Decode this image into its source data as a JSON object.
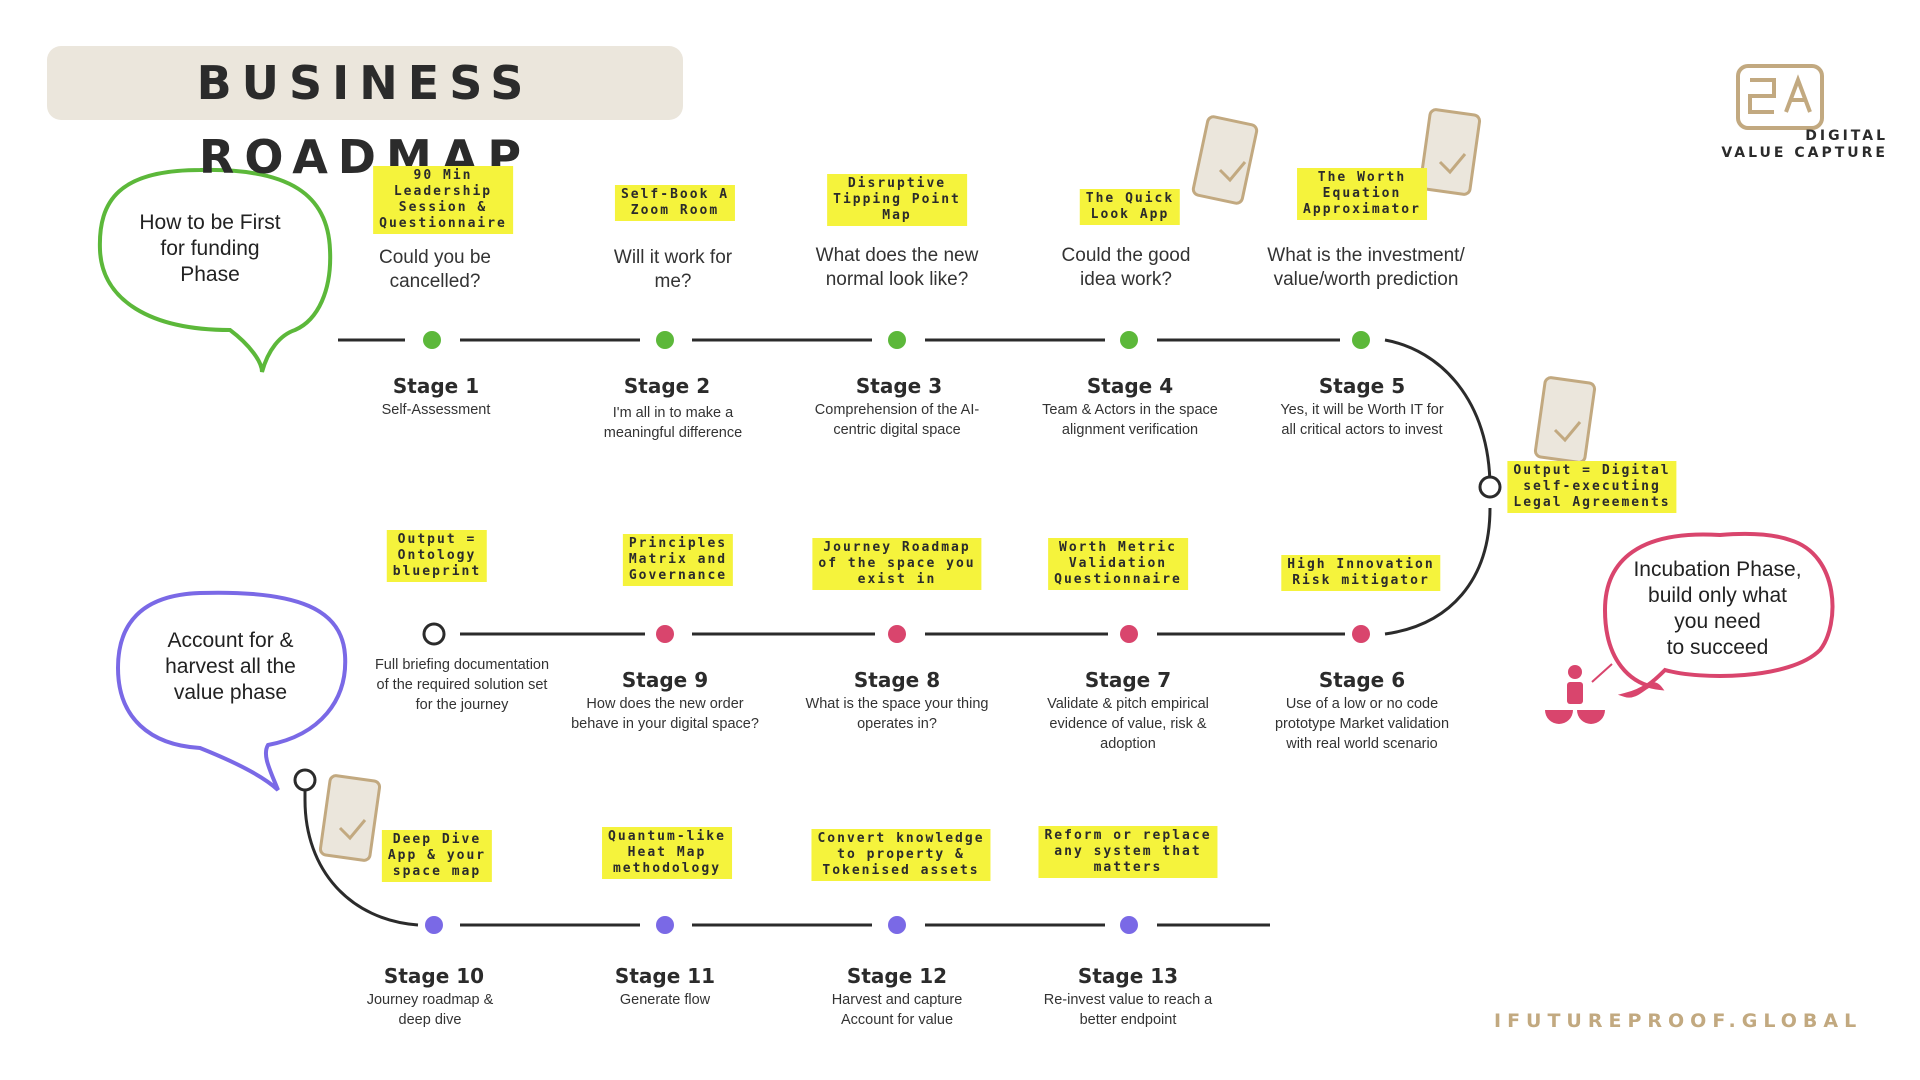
{
  "title": "BUSINESS ROADMAP",
  "brand": {
    "name": "DIGITAL\nVALUE CAPTURE",
    "logo_icon": "interlocking-sa-monogram-icon",
    "color": "#c2a980"
  },
  "footer_url": "IFUTUREPROOF.GLOBAL",
  "colors": {
    "phase1": "#5cb83a",
    "phase2": "#d9456d",
    "phase3": "#7a69e6",
    "highlight": "#f5f33c",
    "line": "#2b2b2b",
    "gold": "#c2a980"
  },
  "bubbles": [
    {
      "text": "How to be First\nfor funding\nPhase",
      "color": "#5cb83a"
    },
    {
      "text": "Incubation Phase,\nbuild only what\nyou need\nto succeed",
      "color": "#d9456d"
    },
    {
      "text": "Account for &\nharvest all the\nvalue phase",
      "color": "#7a69e6"
    }
  ],
  "stages": [
    {
      "tag": "90 Min\nLeadership\nSession &\nQuestionnaire",
      "question": "Could you be\ncancelled?",
      "title": "Stage 1",
      "subtitle": "Self-Assessment"
    },
    {
      "tag": "Self-Book A\nZoom Room",
      "question": "Will it work for\nme?",
      "title": "Stage 2",
      "subtitle": "I'm all in to make a\nmeaningful difference"
    },
    {
      "tag": "Disruptive\nTipping Point\nMap",
      "question": "What does the new\nnormal look like?",
      "title": "Stage 3",
      "subtitle": "Comprehension of the AI-\ncentric digital space"
    },
    {
      "tag": "The Quick\nLook App",
      "question": "Could the good\nidea work?",
      "title": "Stage 4",
      "subtitle": "Team & Actors in the space\nalignment verification"
    },
    {
      "tag": "The Worth\nEquation\nApproximator",
      "question": "What is the investment/\nvalue/worth prediction",
      "title": "Stage 5",
      "subtitle": "Yes, it will be Worth IT for\nall critical actors to invest"
    },
    {
      "tag": "High Innovation\nRisk mitigator",
      "title": "Stage 6",
      "subtitle": "Use of a low or no code\nprototype Market validation\nwith real world scenario"
    },
    {
      "tag": "Worth Metric\nValidation\nQuestionnaire",
      "title": "Stage 7",
      "subtitle": "Validate & pitch empirical\nevidence of value, risk &\nadoption"
    },
    {
      "tag": "Journey Roadmap\nof the space you\nexist in",
      "title": "Stage 8",
      "subtitle": "What is the space your thing\noperates in?"
    },
    {
      "tag": "Principles\nMatrix and\nGovernance",
      "title": "Stage 9",
      "subtitle": "How does the new order\nbehave in your digital space?"
    },
    {
      "tag": "Deep Dive\nApp & your\nspace map",
      "title": "Stage 10",
      "subtitle": "Journey roadmap &\ndeep dive"
    },
    {
      "tag": "Quantum-like\nHeat Map\nmethodology",
      "title": "Stage 11",
      "subtitle": "Generate flow"
    },
    {
      "tag": "Convert knowledge\nto property &\nTokenised assets",
      "title": "Stage 12",
      "subtitle": "Harvest and capture\nAccount for value"
    },
    {
      "tag": "Reform or replace\nany system that\nmatters",
      "title": "Stage 13",
      "subtitle": "Re-invest value to reach a\nbetter endpoint"
    }
  ],
  "outputs": [
    {
      "tag": "Output = Digital\nself-executing\nLegal Agreements"
    },
    {
      "tag": "Output =\nOntology\nblueprint",
      "text": "Full briefing documentation\nof the required solution set\nfor the journey"
    }
  ],
  "icons": [
    "phone-app-icon",
    "investor-growth-icon"
  ]
}
